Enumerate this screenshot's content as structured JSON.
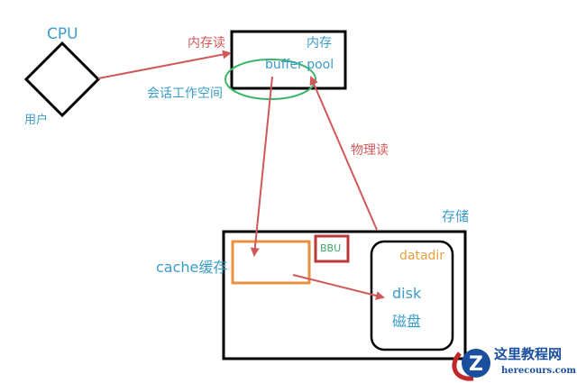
{
  "labels": {
    "cpu": "CPU",
    "user": "用户",
    "memory_read": "内存读",
    "memory": "内存",
    "buffer_pool": "buffer pool",
    "session_workspace": "会话工作空间",
    "physical_read": "物理读",
    "storage": "存储",
    "cache": "cache缓存",
    "bbu": "BBU",
    "datadir": "datadir",
    "disk": "disk",
    "disk_cn": "磁盘"
  },
  "watermark": {
    "title": "这里教程网",
    "url": "herecours.com",
    "logo_letter": "Z"
  },
  "colors": {
    "arrow": "#d0585a",
    "text_blue": "#3a9cc8",
    "ellipse": "#3cb46a",
    "cache_box": "#e89040",
    "bbu_box": "#b83a3a",
    "outline": "#000000"
  }
}
